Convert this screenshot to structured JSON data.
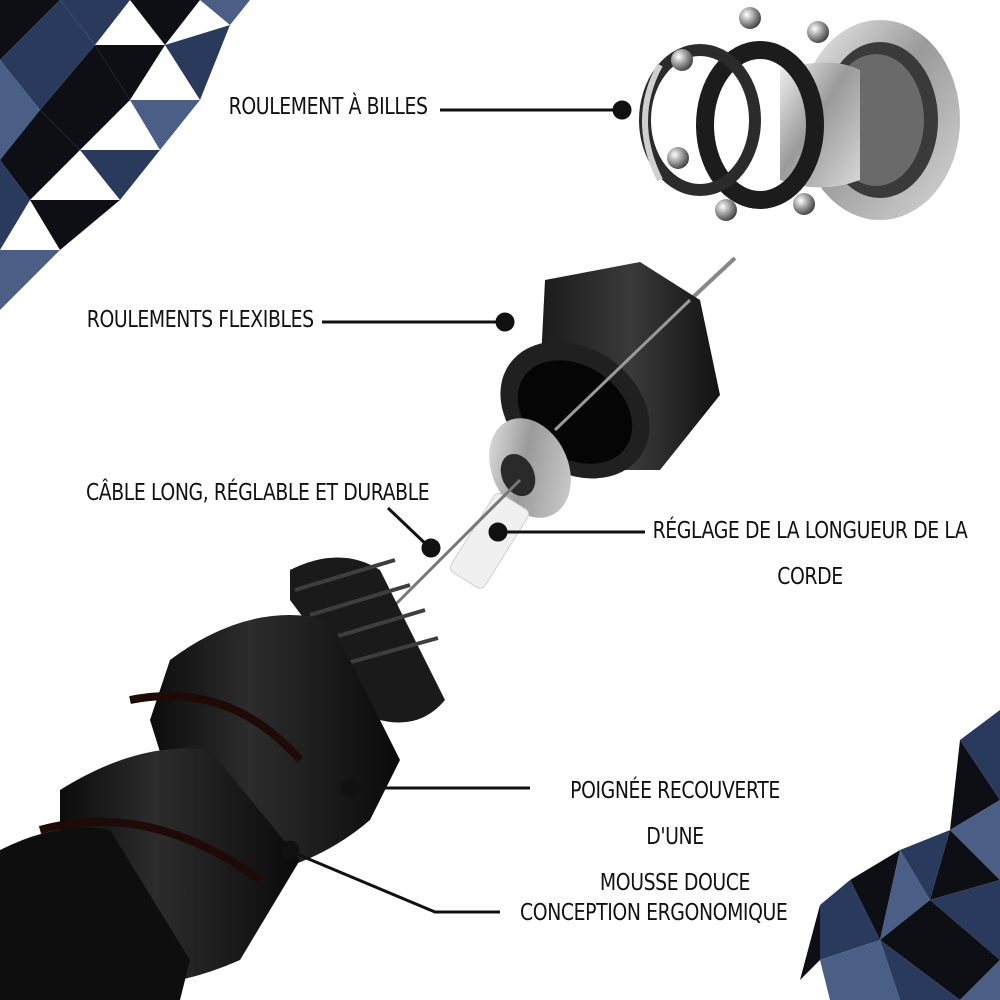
{
  "colors": {
    "background": "#ffffff",
    "triangle_dark": "#0d0f14",
    "triangle_navy": "#2a3a5c",
    "triangle_slate": "#4a5e86",
    "handle": "#111111",
    "leader_line": "#111111"
  },
  "labels": {
    "ball_bearing": "ROULEMENT À BILLES",
    "flexible_bearings": "ROULEMENTS FLEXIBLES",
    "cable": "CÂBLE LONG, RÉGLABLE ET DURABLE",
    "length_adjust_line1": "RÉGLAGE DE LA LONGUEUR DE LA",
    "length_adjust_line2": "CORDE",
    "handle_foam_line1": "POIGNÉE RECOUVERTE D'UNE",
    "handle_foam_line2": "MOUSSE DOUCE",
    "ergonomic": "CONCEPTION ERGONOMIQUE"
  },
  "parts": [
    "ball-bearing-assembly",
    "flexible-bearing-cap",
    "metal-washer",
    "white-cable-sleeve",
    "threaded-handle"
  ]
}
